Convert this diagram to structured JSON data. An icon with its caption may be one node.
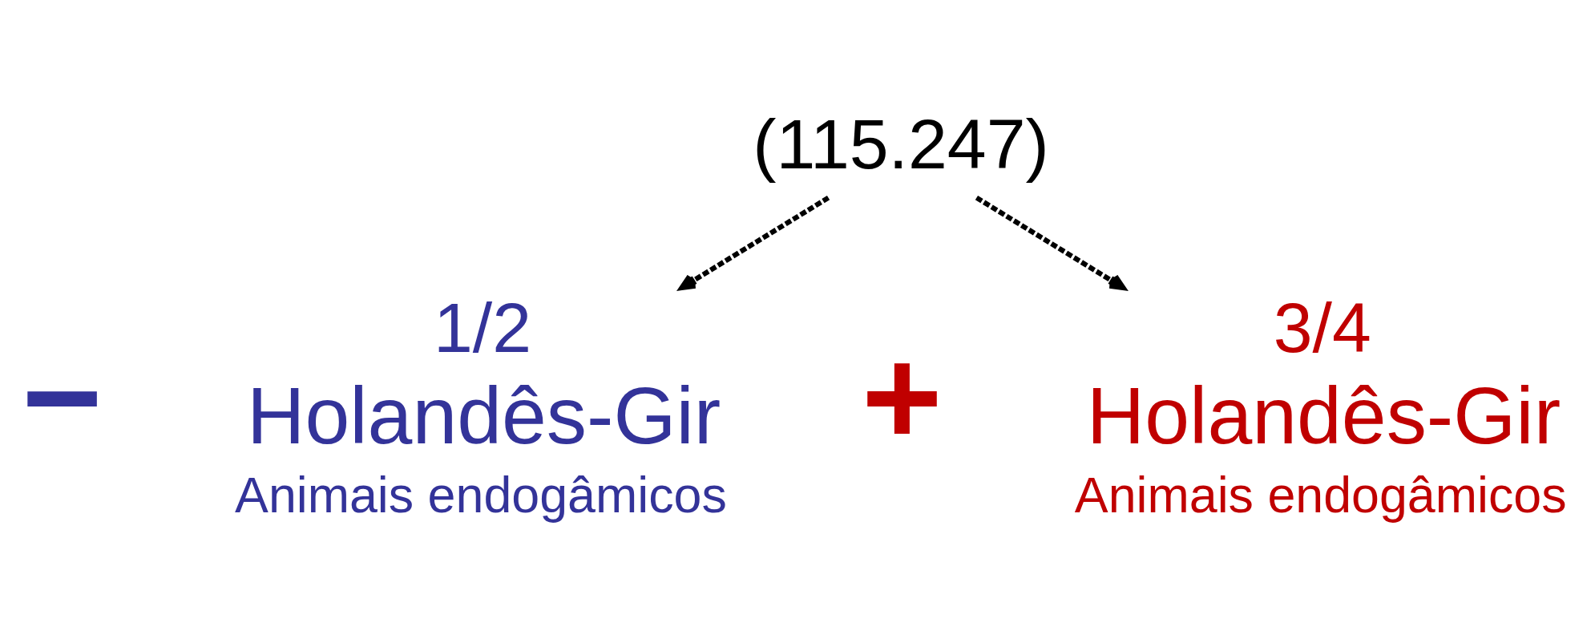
{
  "diagram": {
    "nodes": [
      {
        "text": [
          "(115.247)"
        ]
      },
      {
        "text": [
          "1/2",
          "Holandês-Gir"
        ],
        "beside": [
          "Animais endogâmicos"
        ]
      },
      {
        "text": [
          "3/4",
          "Holandês-Gir"
        ],
        "beside": [
          "Animais endogâmicos"
        ]
      }
    ],
    "edges": [
      {
        "from": 0,
        "to": 1,
        "arrow": "to",
        "style": "dashed"
      },
      {
        "from": 0,
        "to": 2,
        "arrow": "to",
        "style": "dashed"
      }
    ],
    "labels": [
      "−",
      "+"
    ]
  }
}
